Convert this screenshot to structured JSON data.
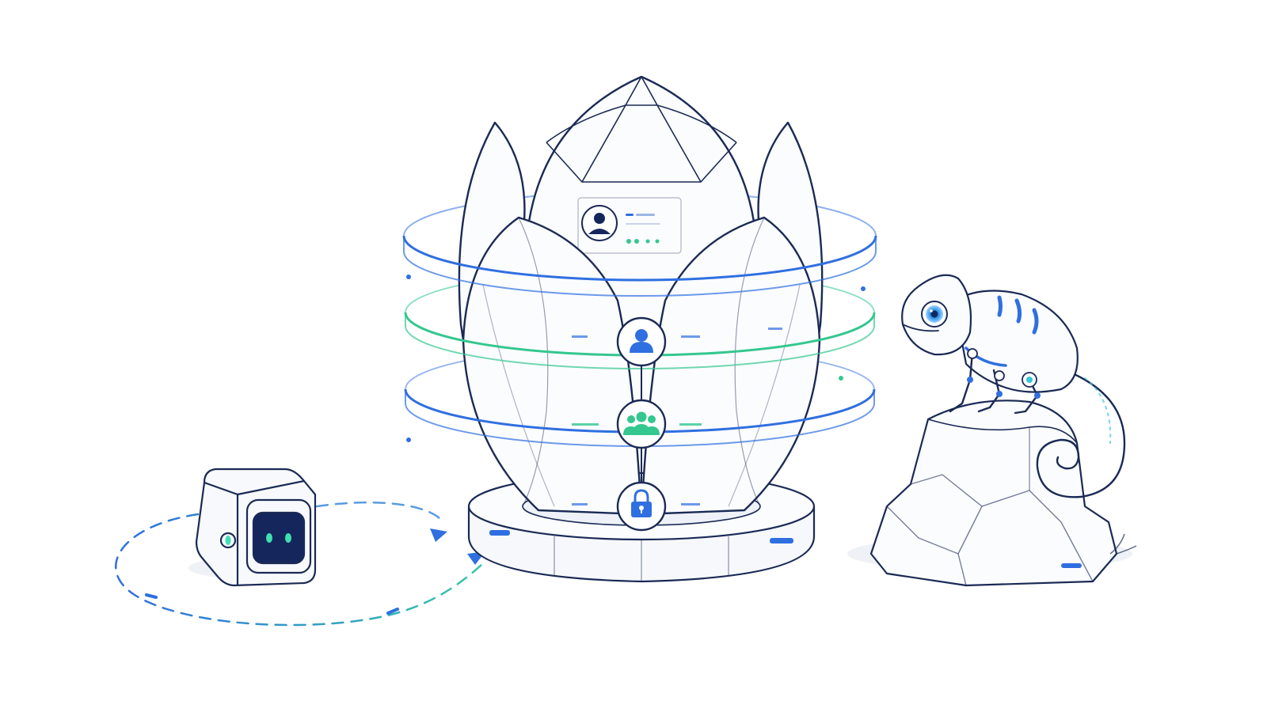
{
  "illustration": {
    "pod": {
      "id_card_icon": "user-silhouette-icon",
      "node_icons": [
        "user-icon",
        "group-icon",
        "lock-icon"
      ]
    },
    "rings": [
      {
        "name": "outer-top",
        "color": "#2f6fe0"
      },
      {
        "name": "middle",
        "color": "#34c78f"
      },
      {
        "name": "lower",
        "color": "#2f6fe0"
      }
    ],
    "agent_cube": {
      "eye_color": "#3fe0b0",
      "face_color": "#14265c"
    },
    "chameleon": {
      "eye_color": "#2a8fe6",
      "stripe_color": "#2f6fe0"
    },
    "colors": {
      "outline": "#1b2a55",
      "accent_blue": "#2f6fe0",
      "accent_green": "#34c78f",
      "ground_shadow": "#eef1f6"
    }
  }
}
